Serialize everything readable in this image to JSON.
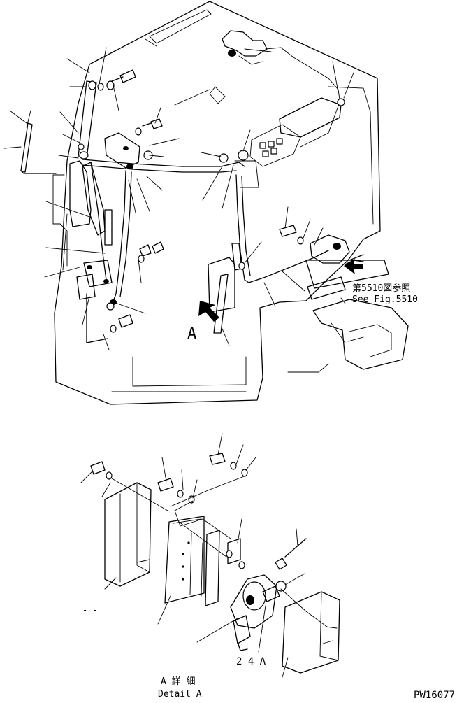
{
  "title": {
    "line1": "A 詳 細",
    "line2": "Detail A"
  },
  "callouts": {
    "detail_marker": "A",
    "reference_jp": "第5510図参照",
    "reference_en": "See Fig.5510",
    "size_label": "2 4 A",
    "blank_1": "- -",
    "blank_2": "- -"
  },
  "drawing_number": "PW16077"
}
